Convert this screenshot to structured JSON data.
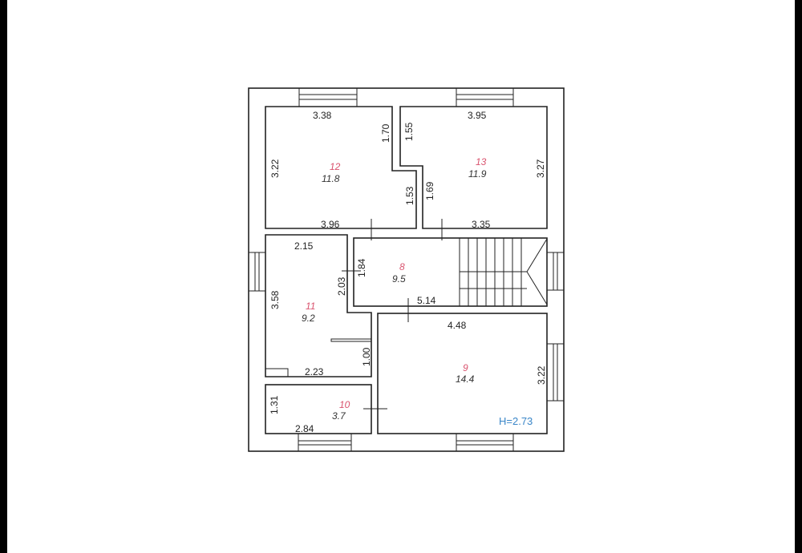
{
  "plan": {
    "ceiling_height": "H=2.73",
    "rooms": [
      {
        "number": "12",
        "area": "11.8",
        "dims": [
          "3.38",
          "3.22",
          "1.70",
          "1.53",
          "3.96"
        ]
      },
      {
        "number": "13",
        "area": "11.9",
        "dims": [
          "3.95",
          "1.55",
          "1.69",
          "3.27",
          "3.35"
        ]
      },
      {
        "number": "8",
        "area": "9.5",
        "dims": [
          "1.84",
          "2.03",
          "5.14"
        ]
      },
      {
        "number": "11",
        "area": "9.2",
        "dims": [
          "2.15",
          "3.58",
          "1.00",
          "2.23"
        ]
      },
      {
        "number": "9",
        "area": "14.4",
        "dims": [
          "4.48",
          "3.22"
        ]
      },
      {
        "number": "10",
        "area": "3.7",
        "dims": [
          "1.31",
          "2.84"
        ]
      }
    ]
  }
}
